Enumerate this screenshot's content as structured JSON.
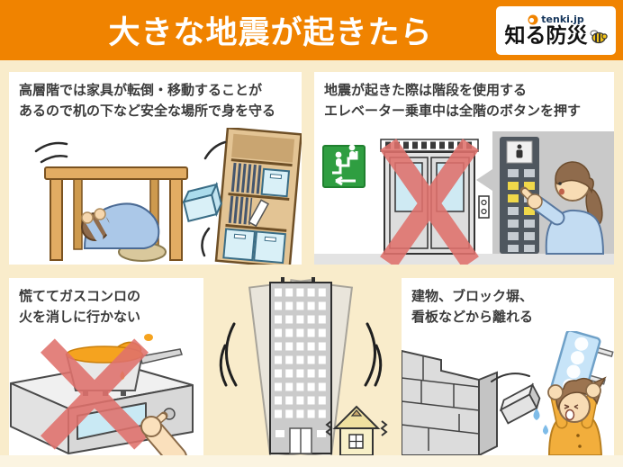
{
  "header": {
    "title": "大きな地震が起きたら",
    "logo": {
      "brand": "tenki.jp",
      "series": "知る防災"
    }
  },
  "panels": {
    "desk": {
      "line1": "高層階では家具が転倒・移動することが",
      "line2": "あるので机の下など安全な場所で身を守る"
    },
    "elevator": {
      "line1": "地震が起きた際は階段を使用する",
      "line2": "エレベーター乗車中は全階のボタンを押す"
    },
    "stove": {
      "line1": "慌ててガスコンロの",
      "line2": "火を消しに行かない"
    },
    "wall": {
      "line1": "建物、ブロック塀、",
      "line2": "看板などから離れる"
    }
  },
  "icons": {
    "tenki_brand_mark": "sun-icon",
    "series_mascot": "bee-icon",
    "stair_evacuation": "exit-sign-icon",
    "prohibition": "red-x-icon"
  },
  "colors": {
    "header_bg": "#F08300",
    "page_bg": "#F9ECCB",
    "panel_bg": "#FFFFFF",
    "caption_text": "#3B3B3B",
    "title_text": "#FFFFFF",
    "prohibition_cross": "#E0716C",
    "exit_sign_green": "#2F9E41",
    "signboard_blue": "#C7E4F8"
  }
}
